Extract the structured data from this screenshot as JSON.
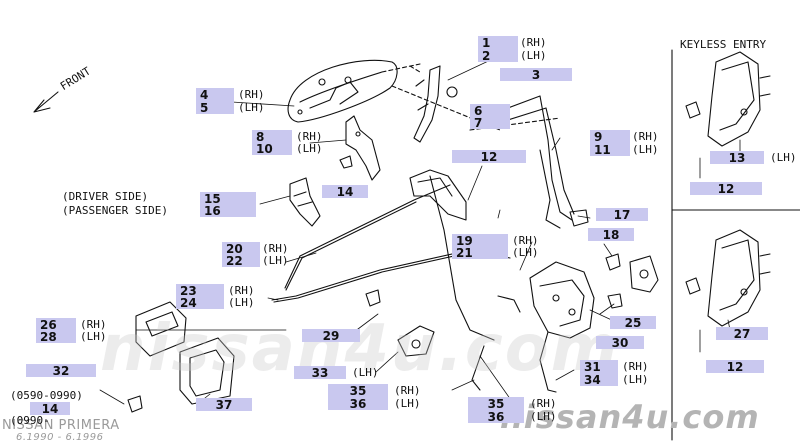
{
  "headings": {
    "keyless_entry": "KEYLESS ENTRY",
    "front": "FRONT",
    "driver_side": "(DRIVER SIDE)",
    "passenger_side": "(PASSENGER SIDE)",
    "date_code_1": "(0590-0990)",
    "date_code_2": "(0990-"
  },
  "side_tags": {
    "rh": "(RH)",
    "lh": "(LH)"
  },
  "callouts": {
    "c1": "1",
    "c2": "2",
    "c3": "3",
    "c4": "4",
    "c5": "5",
    "c6": "6",
    "c7": "7",
    "c8": "8",
    "c9": "9",
    "c10": "10",
    "c11": "11",
    "c12a": "12",
    "c12b": "12",
    "c12c": "12",
    "c13": "13",
    "c14a": "14",
    "c14b": "14",
    "c15": "15",
    "c16": "16",
    "c17": "17",
    "c18": "18",
    "c19": "19",
    "c20": "20",
    "c21": "21",
    "c22": "22",
    "c23": "23",
    "c24": "24",
    "c25": "25",
    "c26": "26",
    "c27": "27",
    "c28": "28",
    "c29": "29",
    "c30": "30",
    "c31": "31",
    "c32": "32",
    "c33": "33",
    "c34": "34",
    "c35a": "35",
    "c35b": "35",
    "c36a": "36",
    "c36b": "36",
    "c37": "37"
  },
  "watermark": {
    "model": "NISSAN PRIMERA",
    "date_range": "6.1990 - 6.1996",
    "site": "nissan4u.com",
    "mid": "nissan4u.com"
  },
  "colors": {
    "callout_fill": "#c9c8ef",
    "line": "#111111",
    "watermark": "#b4b4b4"
  }
}
